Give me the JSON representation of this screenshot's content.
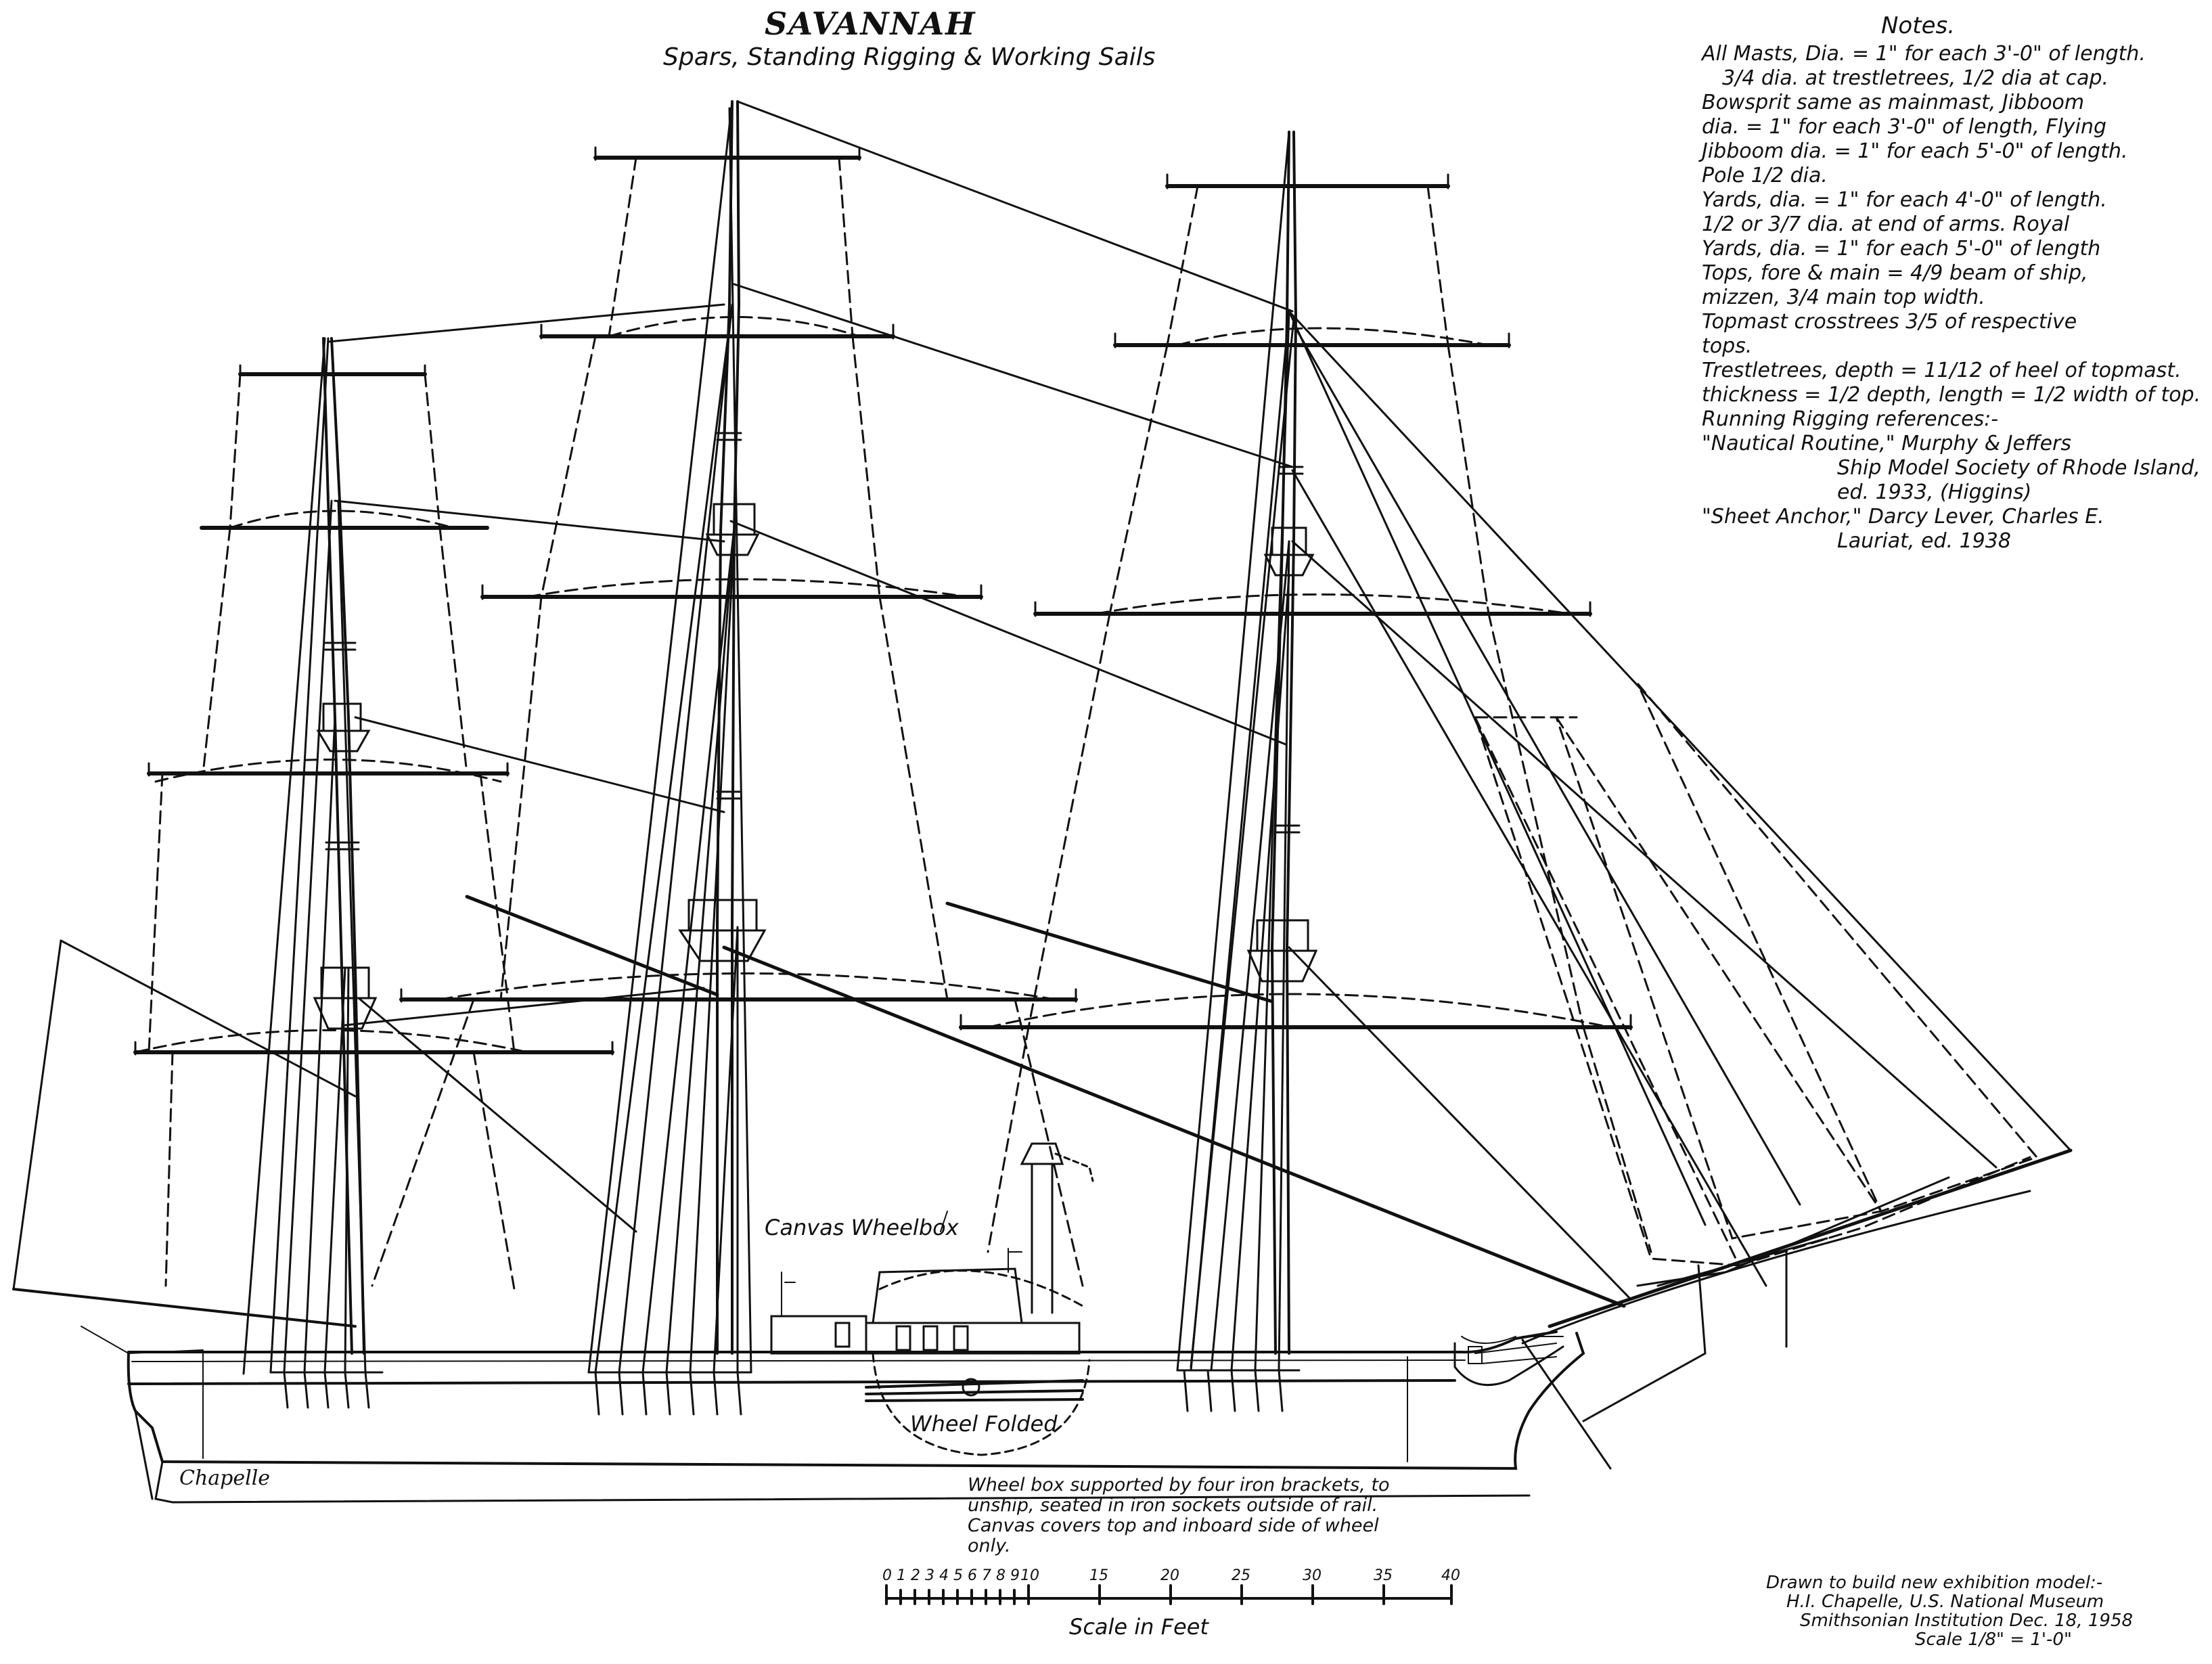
{
  "title": "SAVANNAH",
  "subtitle": "Spars, Standing Rigging & Working Sails",
  "notes_heading": "Notes.",
  "notes_lines": [
    "All Masts, Dia. = 1\" for each 3'-0\" of length.",
    "3/4 dia. at trestletrees, 1/2 dia at cap.",
    "Bowsprit same as mainmast, Jibboom",
    "dia. = 1\" for each 3'-0\" of length, Flying",
    "Jibboom dia. = 1\" for each 5'-0\" of length.",
    "Pole 1/2 dia.",
    "Yards, dia. = 1\" for each 4'-0\" of length.",
    "1/2 or 3/7 dia. at end of arms. Royal",
    "Yards, dia. = 1\" for each 5'-0\" of length",
    "Tops, fore & main = 4/9 beam of ship,",
    "mizzen, 3/4 main top width.",
    "Topmast crosstrees 3/5 of respective",
    "tops.",
    "Trestletrees, depth = 11/12 of heel of topmast.",
    "thickness = 1/2 depth, length = 1/2 width of top.",
    "Running Rigging references:-",
    "\"Nautical Routine,\" Murphy & Jeffers",
    "Ship Model Society of Rhode Island,",
    "ed. 1933, (Higgins)",
    "\"Sheet Anchor,\" Darcy Lever, Charles E.",
    "Lauriat, ed. 1938"
  ],
  "labels": {
    "canvas_wheelbox": "Canvas Wheelbox",
    "wheel_folded": "Wheel Folded",
    "signature": "Chapelle"
  },
  "wheelbox_note": [
    "Wheel box supported by four iron brackets, to",
    "unship, seated in iron sockets outside of rail.",
    "Canvas covers top and inboard side of wheel",
    "only."
  ],
  "scale_bar": {
    "title": "Scale in Feet",
    "ticks": [
      "0",
      "1",
      "2",
      "3",
      "4",
      "5",
      "6",
      "7",
      "8",
      "9",
      "10",
      "15",
      "20",
      "25",
      "30",
      "35",
      "40"
    ]
  },
  "drawn_note": [
    "Drawn to build new exhibition model:-",
    "H.I. Chapelle, U.S. National Museum",
    "Smithsonian Institution  Dec. 18, 1958",
    "Scale 1/8\" = 1'-0\""
  ]
}
